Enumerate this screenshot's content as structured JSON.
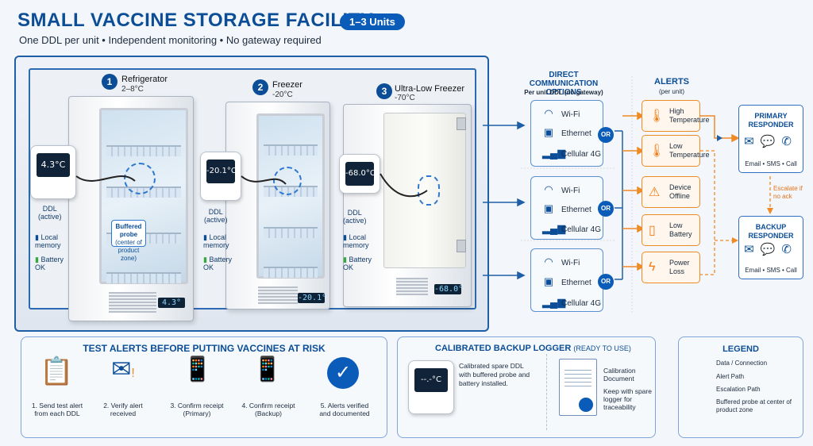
{
  "header": {
    "title": "SMALL VACCINE STORAGE FACILITY",
    "badge": "1–3 Units",
    "subtitle": "One DDL per unit  •  Independent monitoring  •  No gateway required"
  },
  "units": [
    {
      "number": "1",
      "name": "Refrigerator",
      "range": "2–8°C",
      "ddl_reading": "4.3°C",
      "display": "4.3°"
    },
    {
      "number": "2",
      "name": "Freezer",
      "range": "-20°C",
      "ddl_reading": "-20.1°C",
      "display": "-20.1°"
    },
    {
      "number": "3",
      "name": "Ultra-Low Freezer",
      "range": "-70°C",
      "ddl_reading": "-68.0°C",
      "display": "-68.0°"
    }
  ],
  "ddl_labels": {
    "ddl": "DDL",
    "active": "(active)",
    "memory": "Local memory",
    "battery": "Battery OK"
  },
  "probe_callout": {
    "title": "Buffered probe",
    "note": "(center of product zone)"
  },
  "comm": {
    "heading": "DIRECT COMMUNICATION OPTIONS",
    "subheading": "Per unit DDL (no gateway)",
    "options": [
      "Wi-Fi",
      "Ethernet",
      "Cellular 4G"
    ],
    "or": "OR"
  },
  "alerts": {
    "heading": "ALERTS",
    "subheading": "(per unit)",
    "items": [
      {
        "label": "High Temperature",
        "icon": "thermometer-high-icon"
      },
      {
        "label": "Low Temperature",
        "icon": "thermometer-low-icon"
      },
      {
        "label": "Device Offline",
        "icon": "wifi-off-icon"
      },
      {
        "label": "Low Battery",
        "icon": "battery-low-icon"
      },
      {
        "label": "Power Loss",
        "icon": "power-icon"
      }
    ]
  },
  "responders": {
    "primary": "PRIMARY RESPONDER",
    "backup": "BACKUP RESPONDER",
    "channels": "Email • SMS • Call",
    "escalate": "Escalate if no ack"
  },
  "test_panel": {
    "heading": "TEST ALERTS BEFORE PUTTING VACCINES AT RISK",
    "steps": [
      "1. Send test alert from each DDL",
      "2. Verify alert received",
      "3. Confirm receipt (Primary)",
      "4. Confirm receipt (Backup)",
      "5. Alerts verified and documented"
    ]
  },
  "backup_panel": {
    "heading": "CALIBRATED BACKUP LOGGER",
    "heading_note": "(READY TO USE)",
    "screen": "--.-°C",
    "logger_text": "Calibrated spare DDL with buffered probe and battery installed.",
    "doc_title": "Calibration Document",
    "doc_text": "Keep with spare logger for traceability"
  },
  "legend": {
    "heading": "LEGEND",
    "items": [
      "Data / Connection",
      "Alert Path",
      "Escalation Path",
      "Buffered probe at center of product zone"
    ]
  },
  "colors": {
    "brand_blue": "#0b4d96",
    "alert_orange": "#f08a24"
  }
}
